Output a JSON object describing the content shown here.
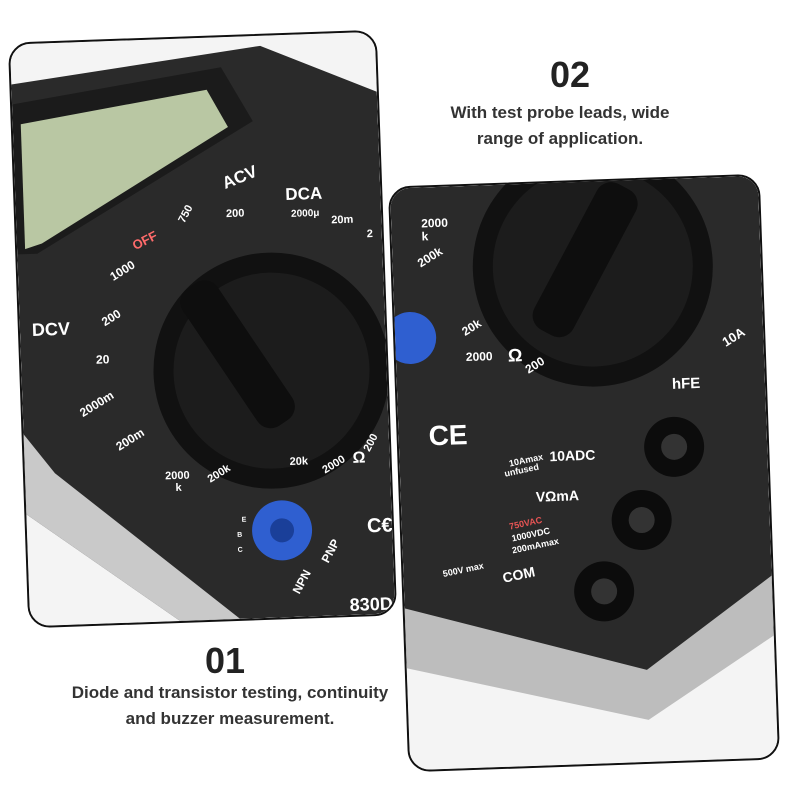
{
  "panel_top_right": {
    "number": "02",
    "caption_line1": "With test probe leads, wide",
    "caption_line2": "range of application."
  },
  "panel_bottom_left": {
    "number": "01",
    "caption_line1": "Diode and transistor testing, continuity",
    "caption_line2": "and buzzer measurement."
  },
  "device_left": {
    "dcv": "DCV",
    "acv": "ACV",
    "dca": "DCA",
    "off": "OFF",
    "r1000": "1000",
    "r200": "200",
    "r20": "20",
    "r2000m": "2000m",
    "r200m": "200m",
    "acv750": "750",
    "acv200": "200",
    "dca2000u": "2000μ",
    "dca20m": "20m",
    "dca2": "2",
    "ohm2000k": "2000",
    "ohm_k": "k",
    "ohm200k": "200k",
    "ohm20k": "20k",
    "ohm2000": "2000",
    "ohm_sym": "Ω",
    "ohm200": "200",
    "npn": "NPN",
    "pnp": "PNP",
    "model": "830D",
    "ce": "C€",
    "pin_e": "E",
    "pin_b": "B",
    "pin_c": "C"
  },
  "device_right": {
    "r2000": "2000",
    "r_k": "k",
    "r200k": "200k",
    "r20k": "20k",
    "r2000b": "2000",
    "ohm": "Ω",
    "r200": "200",
    "a10": "10A",
    "hfe": "hFE",
    "ce": "CE",
    "adc10": "10ADC",
    "amax10": "10Amax",
    "unfused": "unfused",
    "vohma": "VΩmA",
    "vac750": "750VAC",
    "vdc1000": "1000VDC",
    "ma200": "200mAmax",
    "v500": "500V max",
    "com": "COM"
  },
  "colors": {
    "body": "#2a2a2a",
    "dial": "#161616",
    "lcd": "#b9c7a3",
    "socket_blue": "#2f5fd0",
    "accent_red": "#d83a3a",
    "accent_green": "#2e7d4f"
  }
}
